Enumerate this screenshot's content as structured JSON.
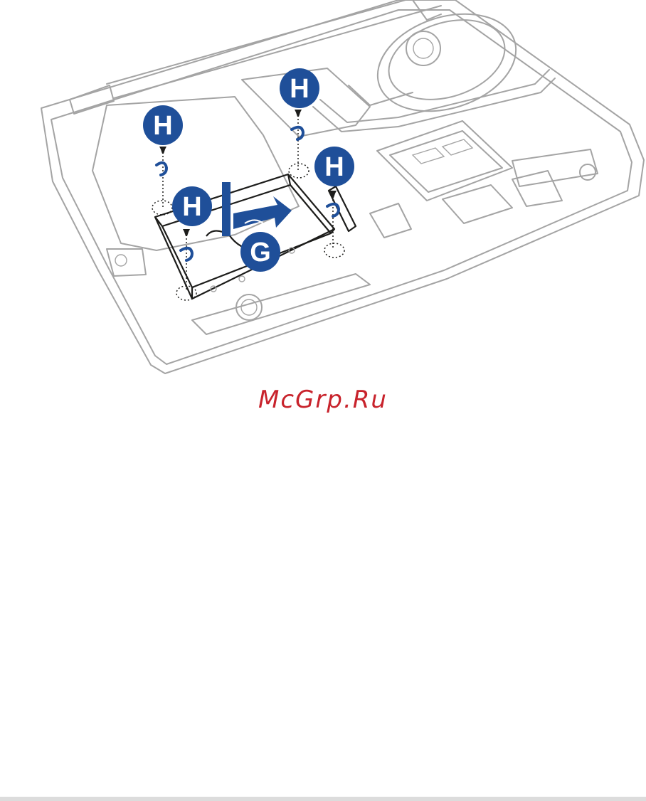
{
  "colors": {
    "callout_fill": "#1f4f99",
    "callout_text": "#ffffff",
    "watermark": "#c8232c",
    "outline": "#a4a4a4",
    "drive_outline": "#1d1d1b"
  },
  "callouts": [
    {
      "label": "H"
    },
    {
      "label": "H"
    },
    {
      "label": "H"
    },
    {
      "label": "H"
    },
    {
      "label": "G"
    }
  ],
  "watermark": {
    "text": "McGrp.Ru"
  },
  "icons": [
    "screw-icon",
    "slide-arrow-icon",
    "fan-icon",
    "speaker-icon"
  ]
}
